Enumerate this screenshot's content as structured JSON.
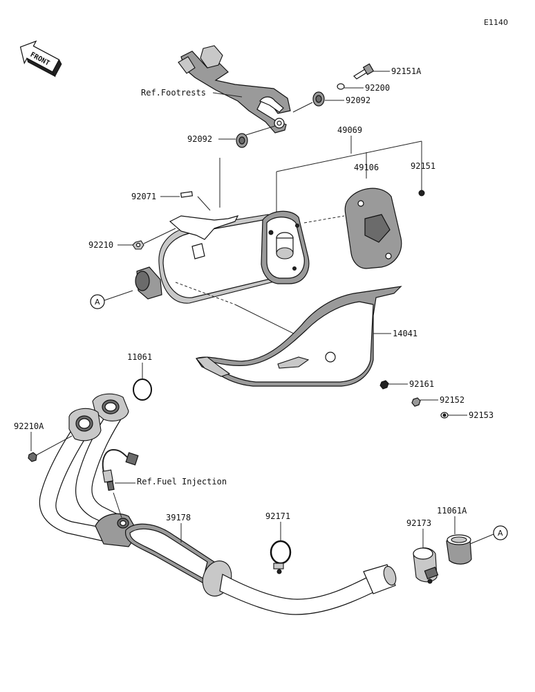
{
  "diagram_code": "E1140",
  "front_badge": "FRONT",
  "callouts": {
    "ref_footrests": "Ref.Footrests",
    "ref_fuel_injection": "Ref.Fuel Injection",
    "a_marker": "A"
  },
  "parts": {
    "p92151A": "92151A",
    "p92200": "92200",
    "p92092_top": "92092",
    "p92092_left": "92092",
    "p49069": "49069",
    "p49106": "49106",
    "p92151": "92151",
    "p92071": "92071",
    "p92210": "92210",
    "p14041": "14041",
    "p11061": "11061",
    "p92161": "92161",
    "p92152": "92152",
    "p92153": "92153",
    "p92210A": "92210A",
    "p39178": "39178",
    "p92171": "92171",
    "p92173": "92173",
    "p11061A": "11061A"
  }
}
